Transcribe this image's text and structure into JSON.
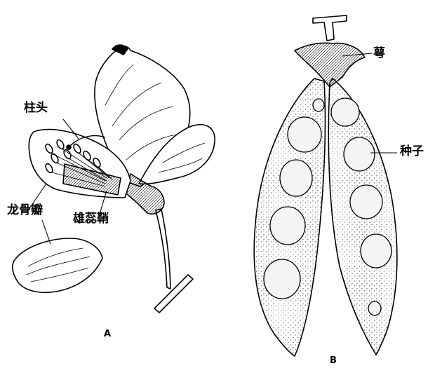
{
  "labels": {
    "stigma": "柱头",
    "keel": "龙骨瓣",
    "stamen_sheath": "雄蕊鞘",
    "calyx": "萼",
    "seed": "种子"
  },
  "panels": {
    "a": "A",
    "b": "B"
  },
  "colors": {
    "ink": "#000000",
    "background": "#ffffff",
    "seed_fill": "#f4f4f4"
  }
}
